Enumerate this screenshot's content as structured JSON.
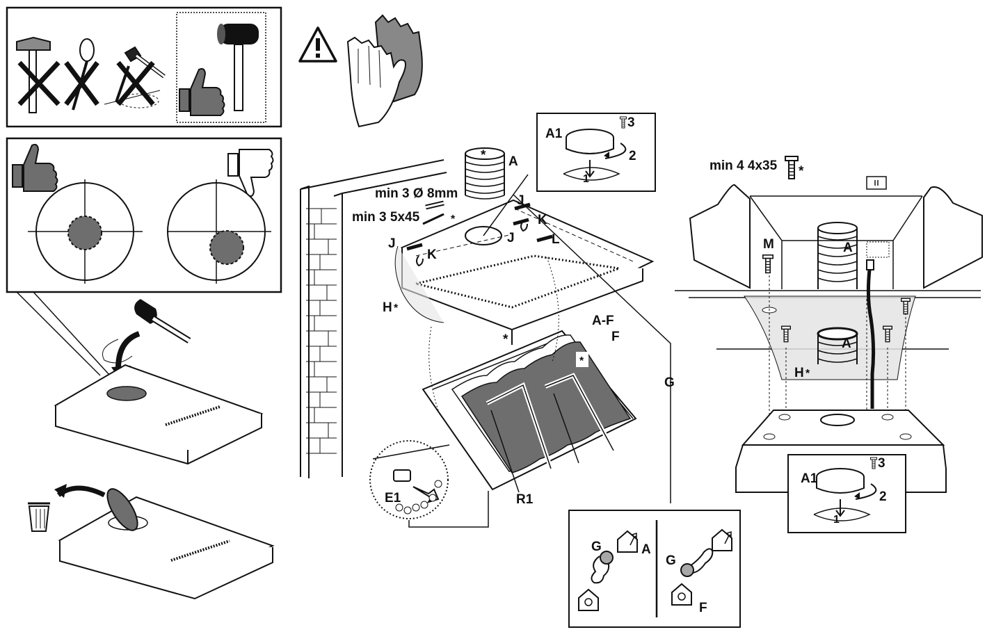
{
  "labels": {
    "min_plugs": "min 3 Ø 8mm",
    "min_screws": "min 3 5x45",
    "min_ceiling_screws": "min 4 4x35",
    "asterisk": "*",
    "A": "A",
    "A1": "A1",
    "AF": "A-F",
    "F": "F",
    "G": "G",
    "H": "H",
    "J": "J",
    "K": "K",
    "L": "L",
    "M": "M",
    "E1": "E1",
    "R1": "R1",
    "one": "1",
    "two": "2",
    "three": "3"
  },
  "colors": {
    "line": "#111111",
    "dark_grey": "#6e6e6e",
    "mid_grey": "#a8a8a8",
    "light_grey": "#e4e4e4"
  }
}
